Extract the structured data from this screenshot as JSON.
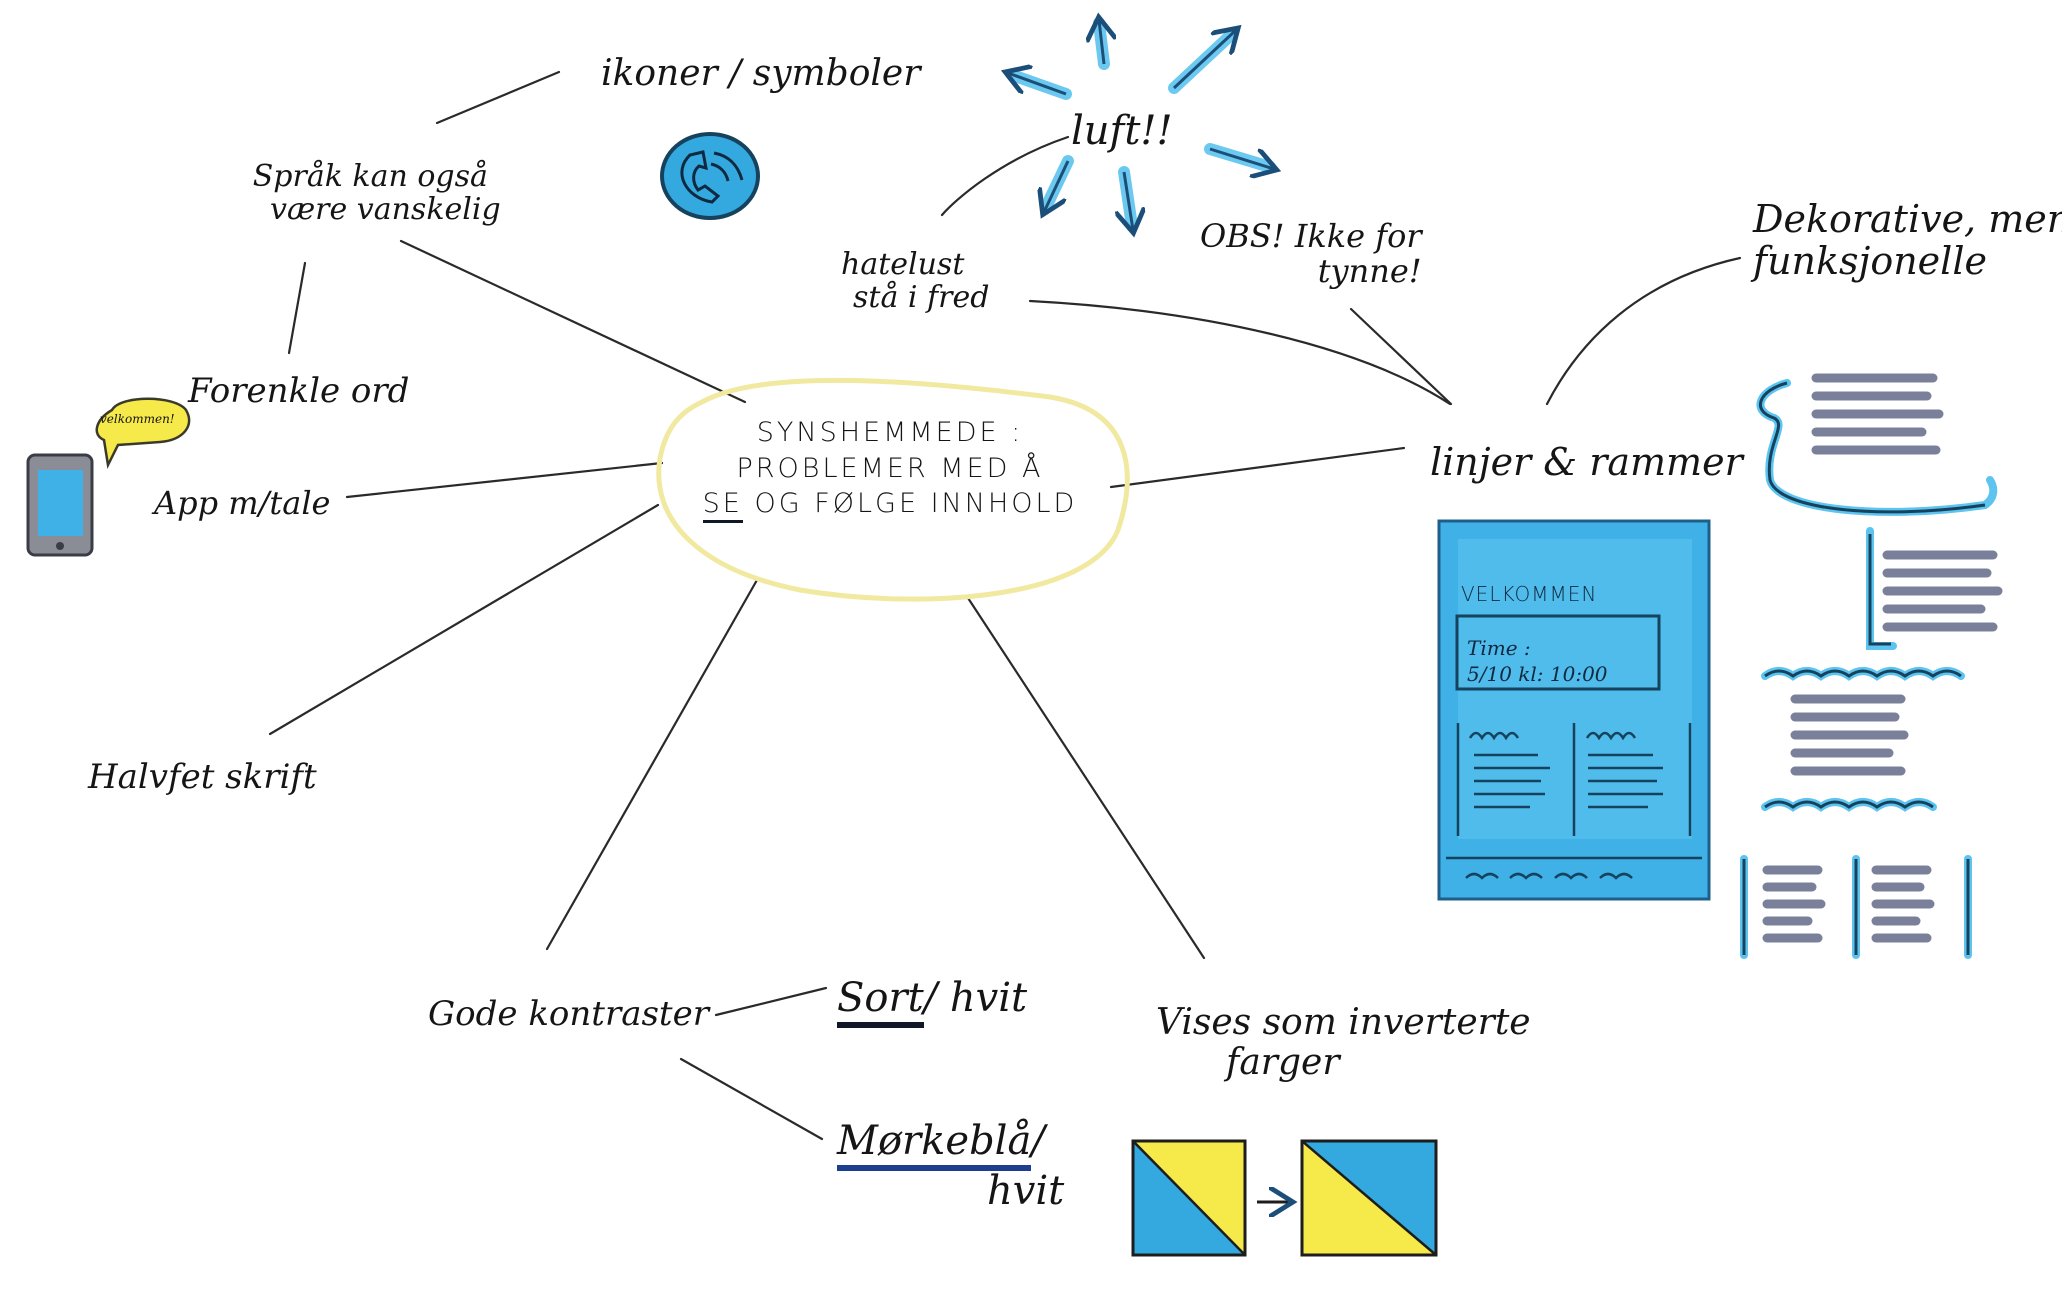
{
  "center": {
    "line1": "SYNSHEMMEDE :",
    "line2": "PROBLEMER MED Å",
    "line3_underlined": "SE",
    "line3_rest": "OG FØLGE INNHOLD"
  },
  "nodes": {
    "ikoner": "ikoner / symboler",
    "sprak_line1": "Språk kan også",
    "sprak_line2": "være vanskelig",
    "forenkle": "Forenkle ord",
    "speech_bubble": "velkommen!",
    "app": "App m/tale",
    "halvfet": "Halvfet skrift",
    "luft": "luft!!",
    "luft_note_line1": "hatelust",
    "luft_note_line2": "stå i fred",
    "obs_line1": "OBS! Ikke for",
    "obs_line2": "tynne!",
    "dekorative_line1": "Dekorative, men",
    "dekorative_line2": "funksjonelle",
    "linjer": "linjer & rammer",
    "kontraster": "Gode kontraster",
    "sort": "Sort",
    "sort_hvit": "/ hvit",
    "morkebla": "Mørkeblå",
    "morkebla_slash": "/",
    "morkebla_hvit": "hvit",
    "inverterte_line1": "Vises som inverterte",
    "inverterte_line2": "farger"
  },
  "sketch_card": {
    "title": "VELKOMMEN",
    "time_line1": "Time :",
    "time_line2": "5/10 kl: 10:00"
  },
  "icons": [
    "phone-circle-icon",
    "mobile-phone-icon",
    "speech-bubble-icon",
    "arrow-icon",
    "inverted-color-square-icon"
  ],
  "colors": {
    "ink": "#151515",
    "blue": "#2fa6df",
    "light_blue": "#5cc4ef",
    "yellow": "#f6e94a",
    "pale_yellow": "#f1e9a0",
    "gray_text_lines": "#6c7390",
    "navy_underline": "#1d3f8f"
  }
}
